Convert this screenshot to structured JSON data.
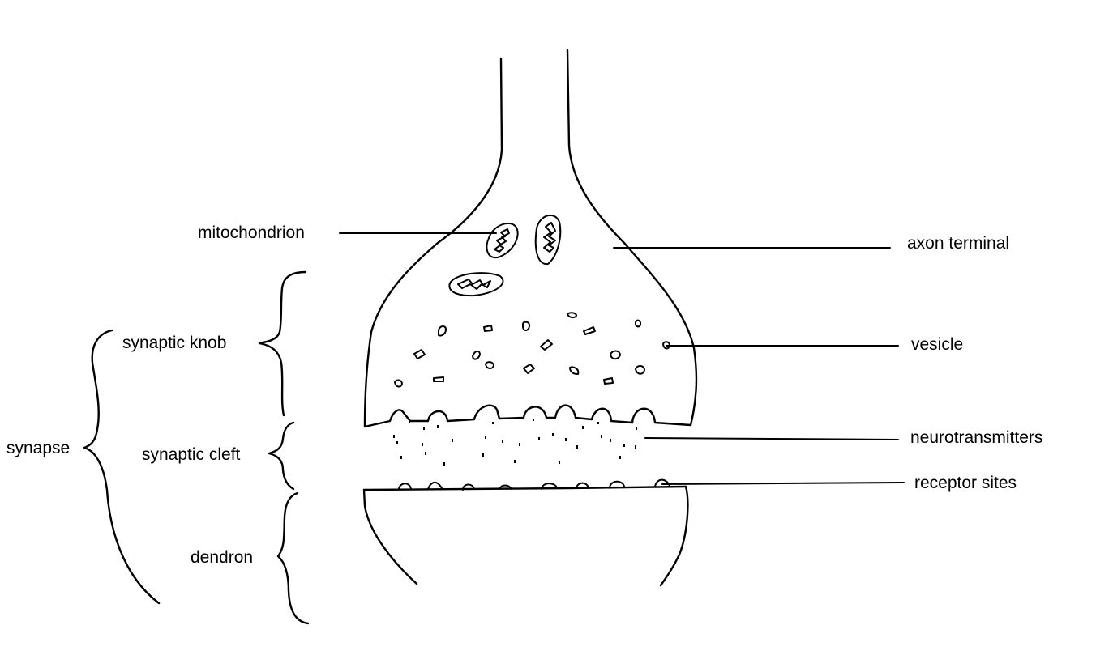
{
  "colors": {
    "ink": "#000000",
    "background": "#ffffff"
  },
  "labels": {
    "mitochondrion": "mitochondrion",
    "axon_terminal": "axon terminal",
    "vesicle": "vesicle",
    "neurotransmitters": "neurotransmitters",
    "receptor_sites": "receptor sites",
    "synaptic_knob": "synaptic knob",
    "synaptic_cleft": "synaptic cleft",
    "dendron": "dendron",
    "synapse": "synapse"
  }
}
